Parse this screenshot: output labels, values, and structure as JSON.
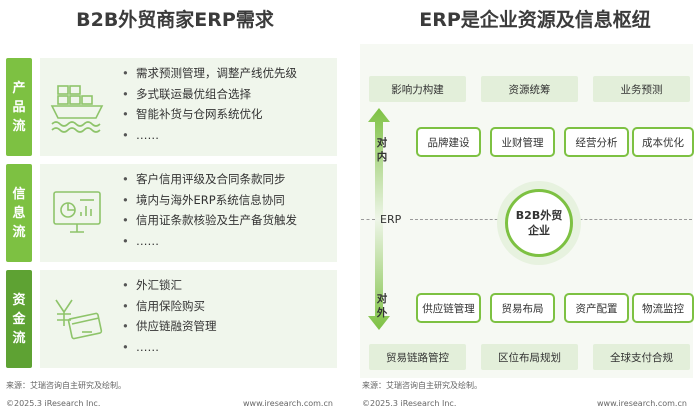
{
  "left": {
    "title": "B2B外贸商家ERP需求",
    "rows": [
      {
        "label": [
          "产",
          "品",
          "流"
        ],
        "icon": "ship-icon",
        "items": [
          "需求预测管理，调整产线优先级",
          "多式联运最优组合选择",
          "智能补货与仓网系统优化",
          "……"
        ]
      },
      {
        "label": [
          "信",
          "息",
          "流"
        ],
        "icon": "monitor-chart-icon",
        "items": [
          "客户信用评级及合同条款同步",
          "境内与海外ERP系统信息协同",
          "信用证条款核验及生产备货触发",
          "……"
        ]
      },
      {
        "label": [
          "资",
          "金",
          "流"
        ],
        "icon": "yen-card-icon",
        "items": [
          "外汇锁汇",
          "信用保险购买",
          "供应链融资管理",
          "……"
        ]
      }
    ],
    "source": "来源：艾瑞咨询自主研究及绘制。",
    "copyright": "©2025.3 iResearch Inc.",
    "website": "www.iresearch.com.cn"
  },
  "right": {
    "title": "ERP是企业资源及信息枢纽",
    "top_boxes": [
      "影响力构建",
      "资源统筹",
      "业务预测"
    ],
    "inner_top": [
      "品牌建设",
      "业财管理",
      "经营分析",
      "成本优化"
    ],
    "inner_bottom": [
      "供应链管理",
      "贸易布局",
      "资产配置",
      "物流监控"
    ],
    "bottom_boxes": [
      "贸易链路管控",
      "区位布局规划",
      "全球支付合规"
    ],
    "label_inner": [
      "对",
      "内"
    ],
    "label_outer": [
      "对",
      "外"
    ],
    "erp_label": "ERP",
    "center": [
      "B2B外贸",
      "企业"
    ],
    "source": "来源：艾瑞咨询自主研究及绘制。",
    "copyright": "©2025.3 iResearch Inc.",
    "website": "www.iresearch.com.cn"
  },
  "colors": {
    "accent": "#7dc142",
    "accent_dark": "#5ea233",
    "panel_bg": "#f0f6ec",
    "box_bg": "#e3efda"
  }
}
